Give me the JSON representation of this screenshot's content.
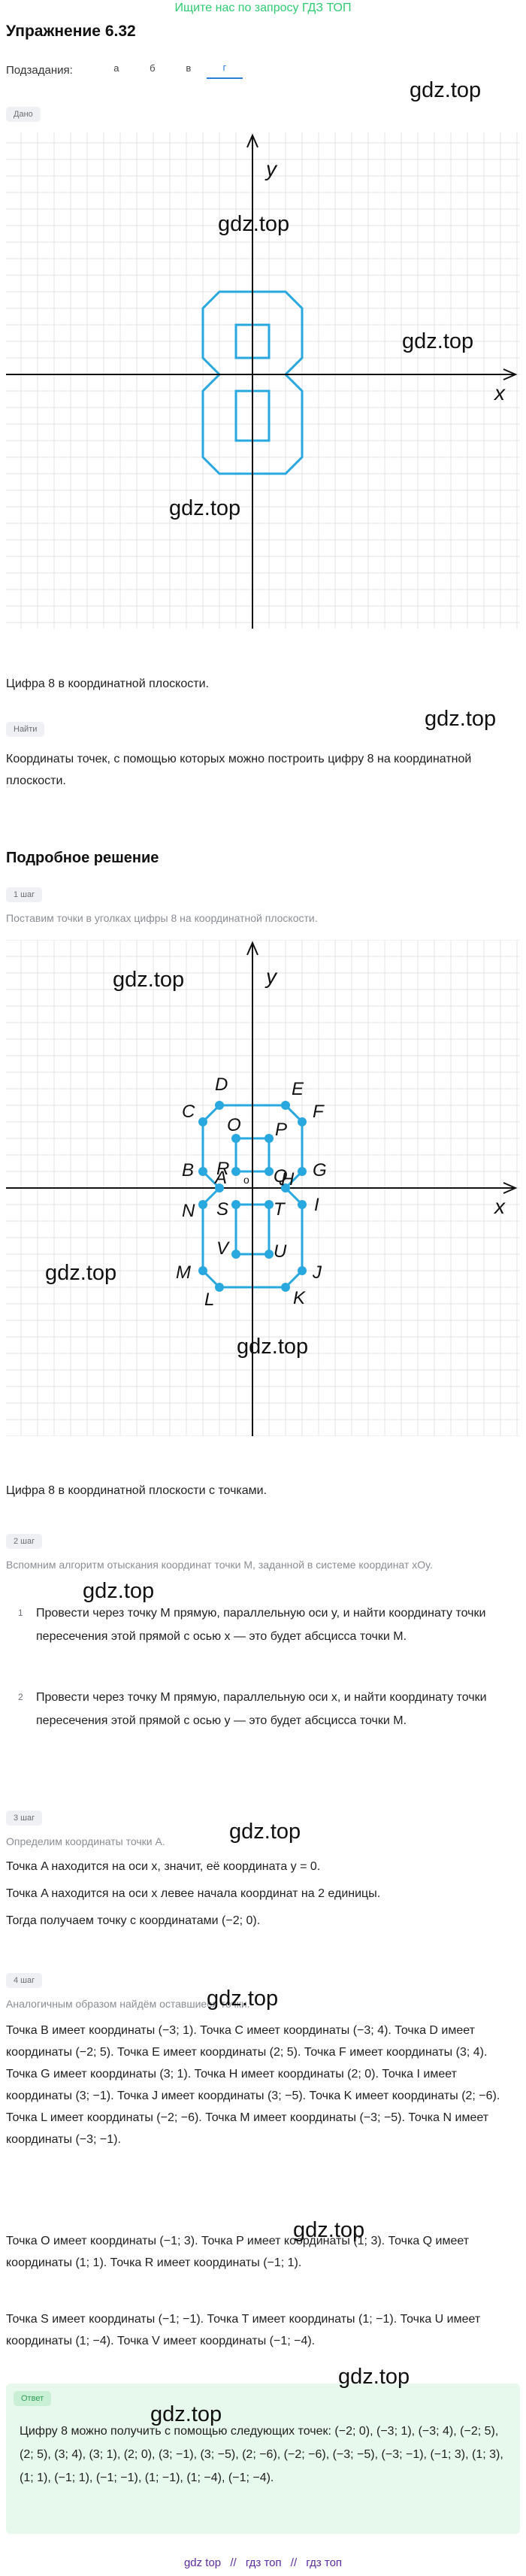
{
  "header": {
    "top_link": "Ищите нас по запросу ГДЗ ТОП",
    "title": "Упражнение 6.32"
  },
  "subtasks": {
    "label": "Подзадания:",
    "tabs": [
      "а",
      "б",
      "в",
      "г"
    ],
    "active": "г"
  },
  "given": {
    "tag": "Дано",
    "axis_x": "x",
    "axis_y": "y",
    "caption": "Цифра 8 в координатной плоскости."
  },
  "find": {
    "tag": "Найти",
    "text": "Координаты точек, с помощью которых можно построить цифру 8 на координатной плоскости."
  },
  "solution": {
    "title": "Подробное решение",
    "step1": {
      "tag": "1 шаг",
      "intro": "Поставим точки в уголках цифры 8 на координатной плоскости.",
      "axis_x": "x",
      "axis_y": "y",
      "origin": "o",
      "labels": [
        "A",
        "B",
        "C",
        "D",
        "E",
        "F",
        "G",
        "H",
        "I",
        "J",
        "K",
        "L",
        "M",
        "N",
        "O",
        "P",
        "Q",
        "R",
        "S",
        "T",
        "U",
        "V"
      ],
      "caption": "Цифра 8 в координатной плоскости с точками."
    },
    "step2": {
      "tag": "2 шаг",
      "intro": "Вспомним алгоритм отыскания координат точки M, заданной в системе координат xOy.",
      "items": [
        {
          "num": "1",
          "text": "Провести через точку M прямую, параллельную оси y, и найти координату точки пересечения этой прямой с осью x — это будет абсцисса точки M."
        },
        {
          "num": "2",
          "text": "Провести через точку M прямую, параллельную оси x, и найти координату точки пересечения этой прямой с осью y — это будет абсцисса точки M."
        }
      ]
    },
    "step3": {
      "tag": "3 шаг",
      "intro": "Определим координаты точки A.",
      "lines": [
        "Точка A находится на оси x, значит, её координата y = 0.",
        "Точка A находится на оси x левее начала координат на 2 единицы.",
        "Тогда получаем точку с координатами (−2; 0)."
      ]
    },
    "step4": {
      "tag": "4 шаг",
      "intro": "Аналогичным образом найдём оставшиеся точки.",
      "paragraphs": [
        "Точка B имеет координаты (−3; 1). Точка C имеет координаты (−3; 4). Точка D имеет координаты (−2; 5). Точка E имеет координаты (2; 5). Точка F имеет координаты (3; 4). Точка G имеет координаты (3; 1). Точка H имеет координаты (2; 0). Точка I имеет координаты (3; −1). Точка J имеет координаты (3; −5). Точка K имеет координаты (2; −6). Точка L имеет координаты (−2; −6). Точка M имеет координаты (−3; −5). Точка N имеет координаты (−3; −1).",
        "Точка O имеет координаты (−1; 3). Точка P имеет координаты (1; 3). Точка Q имеет координаты (1; 1). Точка R имеет координаты (−1; 1).",
        "Точка S имеет координаты (−1; −1). Точка T имеет координаты (1; −1). Точка U имеет координаты (1; −4). Точка V имеет координаты (−1; −4)."
      ]
    }
  },
  "answer": {
    "tag": "Ответ",
    "text": "Цифру 8 можно получить с помощью следующих точек: (−2; 0), (−3; 1), (−3; 4), (−2; 5), (2; 5), (3; 4), (3; 1), (2; 0), (3; −1), (3; −5), (2; −6), (−2; −6), (−3; −5), (−3; −1), (−1; 3), (1; 3), (1; 1), (−1; 1), (−1; −1), (1; −1), (1; −4), (−1; −4)."
  },
  "watermark": "gdz.top",
  "footer": {
    "items": [
      "gdz top",
      "гдз топ",
      "гдз топ"
    ],
    "separator": "//"
  },
  "colors": {
    "figure_blue": "#29a8e0",
    "grid": "#e3e3e3",
    "axis": "#111111",
    "active_tab": "#2a7de1",
    "answer_bg": "#e7f8ec",
    "top_link": "#2ecc71"
  }
}
